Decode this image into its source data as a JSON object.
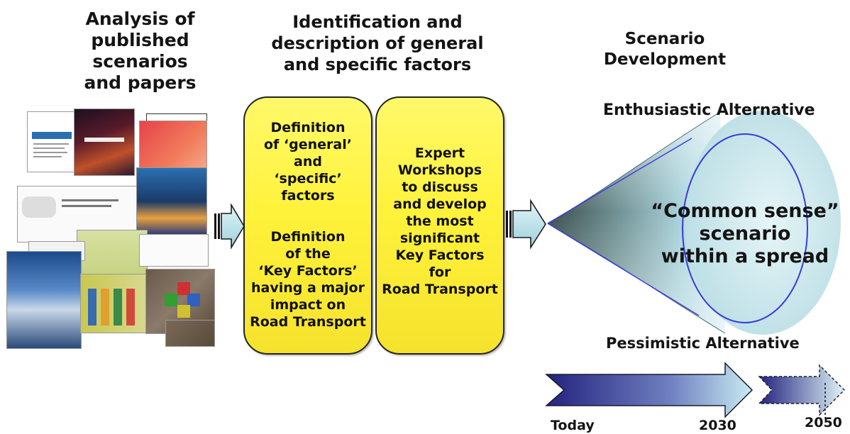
{
  "headers": {
    "analysis": "Analysis of\npublished\nscenarios\nand papers",
    "identification": "Identification and\ndescription of general\nand specific factors",
    "scenario_development": "Scenario\nDevelopment"
  },
  "box_left": {
    "text1": "Definition\nof ‘general’\nand\n‘specific’\nfactors",
    "text2": "Definition\nof the\n‘Key Factors’\nhaving a major\nimpact on\nRoad Transport"
  },
  "box_right": {
    "text": "Expert\nWorkshops\nto discuss\nand develop\nthe most\nsignificant\nKey Factors\nfor\nRoad Transport"
  },
  "cone": {
    "top_label": "Enthusiastic Alternative",
    "bottom_label": "Pessimistic Alternative",
    "center_label": "“Common sense”\nscenario\nwithin a spread"
  },
  "timeline": {
    "today": "Today",
    "y2030": "2030",
    "y2050": "2050"
  },
  "colors": {
    "box_fill": "#fff23a",
    "arrow_fill": "#bfe3ea",
    "cone_light": "#d8eef2",
    "cone_dark": "#3e5a5a",
    "ellipse_stroke": "#3a3ad8",
    "timeline_dark": "#2a2a8a",
    "timeline_light": "#c8ecf2"
  }
}
